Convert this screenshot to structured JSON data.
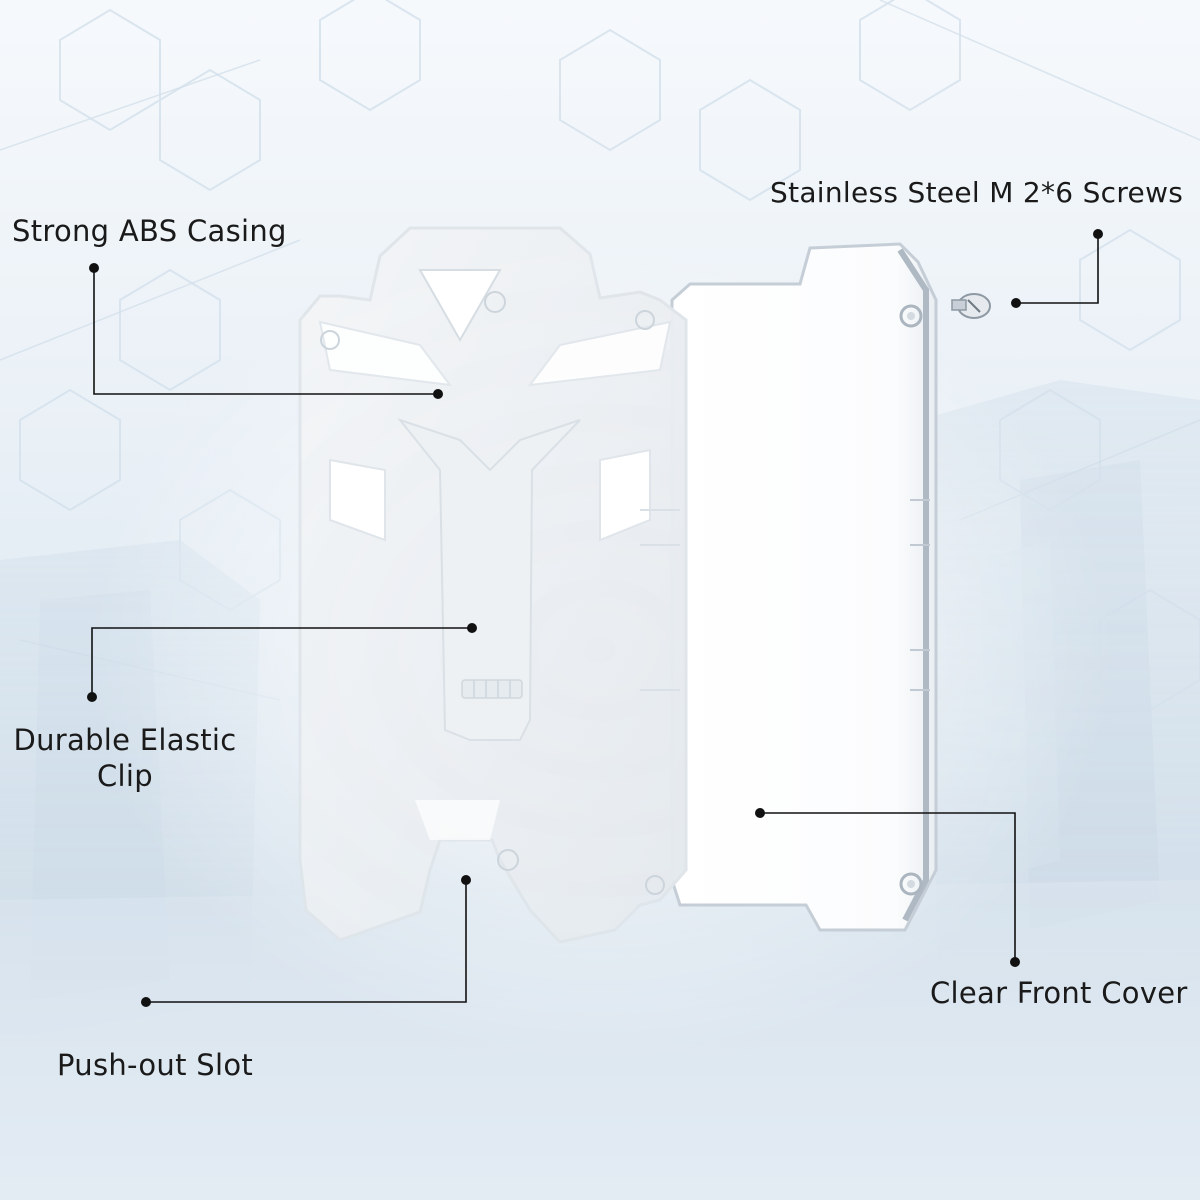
{
  "callouts": {
    "casing": {
      "text": "Strong ABS Casing"
    },
    "screws": {
      "text": "Stainless Steel M 2*6 Screws"
    },
    "clip": {
      "line1": "Durable Elastic",
      "line2": "Clip"
    },
    "cover": {
      "text": "Clear Front Cover"
    },
    "slot": {
      "text": "Push-out Slot"
    }
  },
  "colors": {
    "background_top": "#f4f8fb",
    "background_mid": "#dfe9f2",
    "background_bottom": "#cfdde9",
    "hex_lines": "#d6e3ee",
    "product": "#ffffff",
    "product_edge": "#c9d2da",
    "leader": "#111111"
  }
}
